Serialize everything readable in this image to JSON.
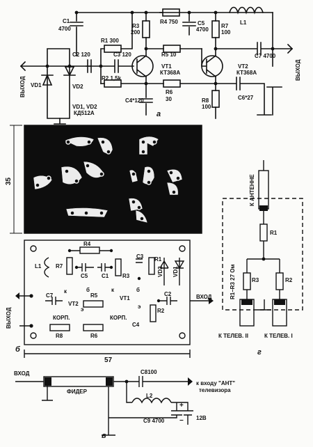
{
  "circuit_a": {
    "panel": "а",
    "input_label": "ВЫХОД",
    "output_label": "ВЫХОД",
    "components": {
      "c1": "C1",
      "c1_val": "4700",
      "r3": "R3",
      "r3_val": "200",
      "r4": "R4 750",
      "c5": "C5",
      "c5_val": "4700",
      "r7": "R7",
      "r7_val": "100",
      "l1": "L1",
      "r1": "R1 300",
      "c2": "C2 120",
      "c3": "C3 120",
      "r5": "R5 10",
      "c7": "C7 4700",
      "vt1": "VT1",
      "vt1_type": "КТ368А",
      "vt2": "VT2",
      "vt2_type": "КТ368А",
      "r2": "R2 1,5k",
      "r6": "R6",
      "r6_val": "30",
      "c4": "C4*120",
      "r8": "R8",
      "r8_val": "100",
      "c6": "C6*27",
      "vd1": "VD1",
      "vd2": "VD2",
      "vd_note": "VD1, VD2",
      "vd_type": "КД512А"
    }
  },
  "pcb_b": {
    "panel": "б",
    "height_dim": "35",
    "width_dim": "57",
    "input_label": "ВХОД",
    "output_label": "ВЫХОД",
    "parts": [
      "R4",
      "L1",
      "R7",
      "C5",
      "C1",
      "R1",
      "C3",
      "R3",
      "VD2",
      "VD1",
      "C7",
      "VT2",
      "R5",
      "VT1",
      "C2",
      "R2",
      "R8",
      "R6",
      "C4",
      "КОРП.",
      "КОРП.",
      "к",
      "э",
      "б",
      "к",
      "б",
      "э"
    ]
  },
  "splitter_g": {
    "panel": "г",
    "antenna": "К АНТЕННЕ",
    "resistor_note": "R1–R3  27 Ом",
    "r1": "R1",
    "r2": "R2",
    "r3": "R3",
    "tv2": "К ТЕЛЕВ. II",
    "tv1": "К ТЕЛЕВ. I"
  },
  "feeder_v": {
    "panel": "в",
    "input_label": "ВХОД",
    "feeder": "ФИДЕР",
    "c8": "C8100",
    "to_tv": "к входу \"АНТ\"",
    "to_tv2": "телевизора",
    "l2": "L2",
    "c9": "C9 4700",
    "supply": "12В",
    "plus": "+",
    "minus": "−"
  }
}
